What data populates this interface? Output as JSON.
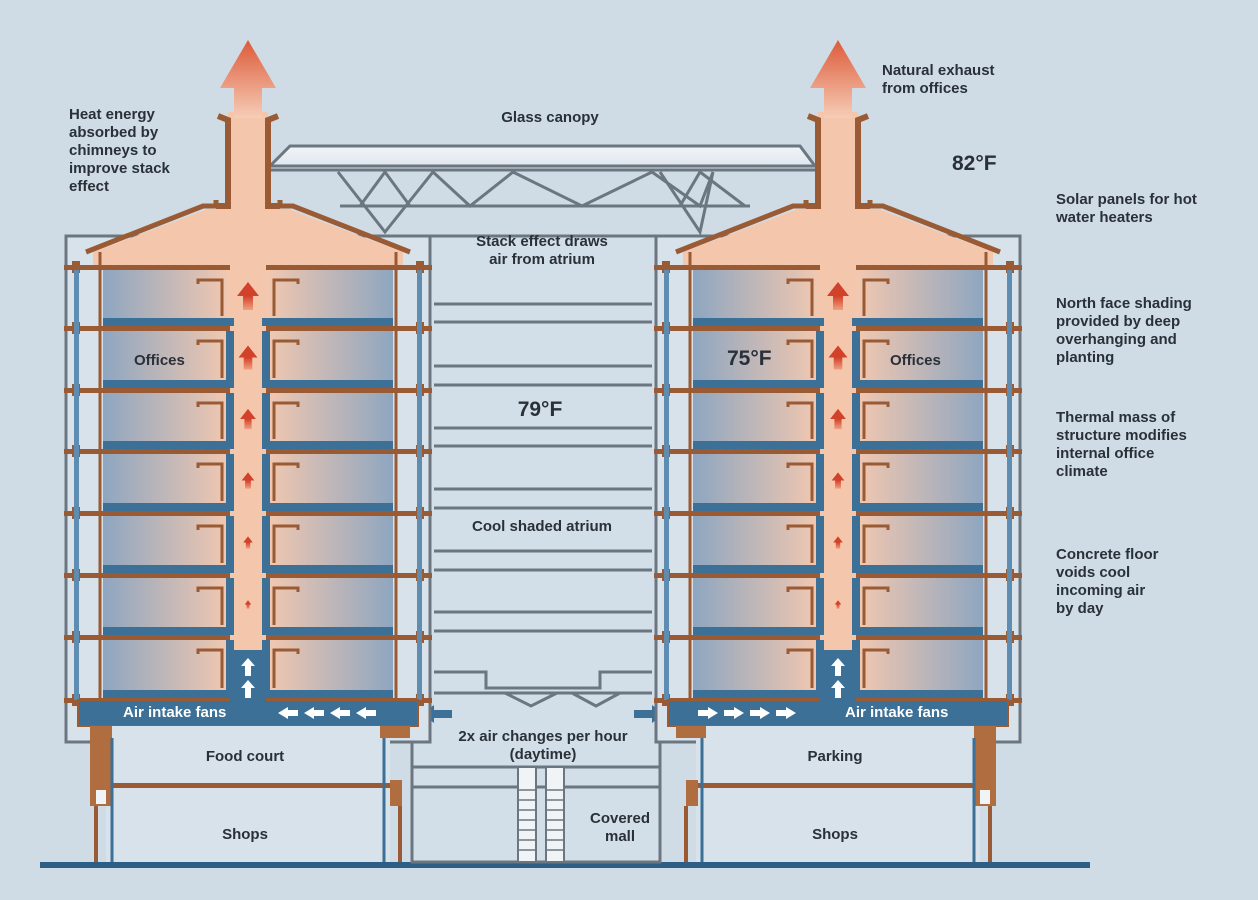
{
  "title": "Natural ventilation stack effect diagram",
  "labels": {
    "heat_energy": "Heat energy\nabsorbed by\nchimneys to\nimprove stack\neffect",
    "glass_canopy": "Glass canopy",
    "natural_exhaust": "Natural exhaust\nfrom offices",
    "solar_panels": "Solar panels for hot\nwater heaters",
    "stack_effect": "Stack effect draws\nair from atrium",
    "north_face": "North face shading\nprovided by deep\noverhanging and\nplanting",
    "thermal_mass": "Thermal mass of\nstructure modifies\ninternal office\nclimate",
    "concrete_floor": "Concrete floor\nvoids cool\nincoming air\nby day",
    "cool_atrium": "Cool shaded atrium",
    "offices_left": "Offices",
    "offices_right": "Offices",
    "air_intake_left": "Air intake fans",
    "air_intake_right": "Air intake fans",
    "air_changes": "2x air changes per hour\n(daytime)",
    "food_court": "Food court",
    "parking": "Parking",
    "shops_left": "Shops",
    "shops_right": "Shops",
    "covered_mall": "Covered\nmall"
  },
  "temperatures": {
    "outside": "82°F",
    "atrium": "79°F",
    "office": "75°F"
  },
  "colors": {
    "background": "#cfdce6",
    "structure": "#9a5a34",
    "warm_air": "#f4c7ad",
    "cool_air": "#3f6f95",
    "duct_blue": "#3c7096",
    "arrow_red": "#d2412a",
    "frame_grey": "#6b7680",
    "ground": "#2e5d85"
  },
  "icons": {
    "exhaust_arrow": "up-arrow-icon",
    "stack_arrow": "up-arrow-icon",
    "fan_arrow": "flow-arrow-icon"
  }
}
